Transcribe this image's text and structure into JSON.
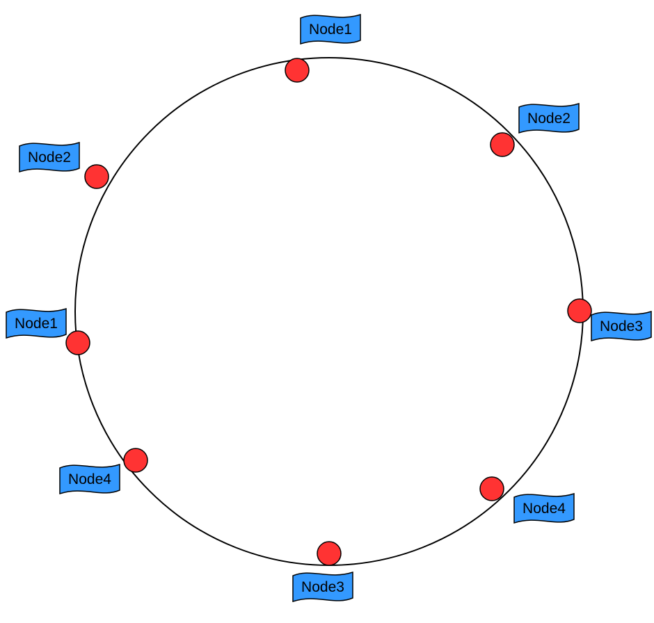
{
  "diagram": {
    "type": "consistent-hash-ring",
    "colors": {
      "ring_stroke": "#000000",
      "node_fill": "#ff3333",
      "node_stroke": "#000000",
      "flag_fill": "#3399ff",
      "flag_stroke": "#000000",
      "text": "#000000"
    },
    "nodes": [
      {
        "label": "Node1"
      },
      {
        "label": "Node2"
      },
      {
        "label": "Node3"
      },
      {
        "label": "Node4"
      },
      {
        "label": "Node3"
      },
      {
        "label": "Node4"
      },
      {
        "label": "Node1"
      },
      {
        "label": "Node2"
      }
    ]
  }
}
